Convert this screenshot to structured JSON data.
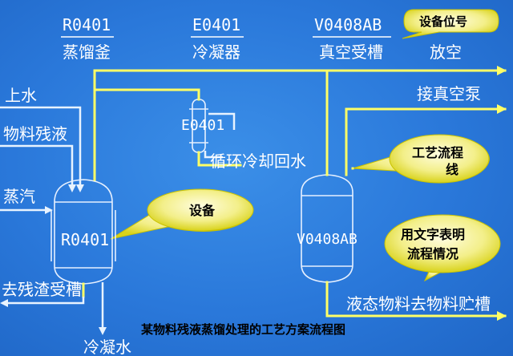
{
  "equipment": [
    {
      "tag": "R0401",
      "name": "蒸馏釜"
    },
    {
      "tag": "E0401",
      "name": "冷凝器"
    },
    {
      "tag": "V0408AB",
      "name": "真空受槽"
    }
  ],
  "vent_label": "放空",
  "callouts": {
    "position": "设备位号",
    "equipment": "设备",
    "flowline_1": "工艺流程",
    "flowline_2": "线",
    "text_1": "用文字表明",
    "text_2": "流程情况"
  },
  "streams": {
    "water_in": "上水",
    "residue_in": "物料残液",
    "steam": "蒸汽",
    "to_residue_tank": "去残渣受槽",
    "condensate": "冷凝水",
    "cooling_return": "循环冷却回水",
    "to_vacuum_pump": "接真空泵",
    "to_storage": "液态物料去物料贮槽"
  },
  "vessel_labels": {
    "reactor": "R0401",
    "condenser": "E0401",
    "receiver": "V0408AB"
  },
  "caption": "某物料残液蒸馏处理的工艺方案流程图"
}
